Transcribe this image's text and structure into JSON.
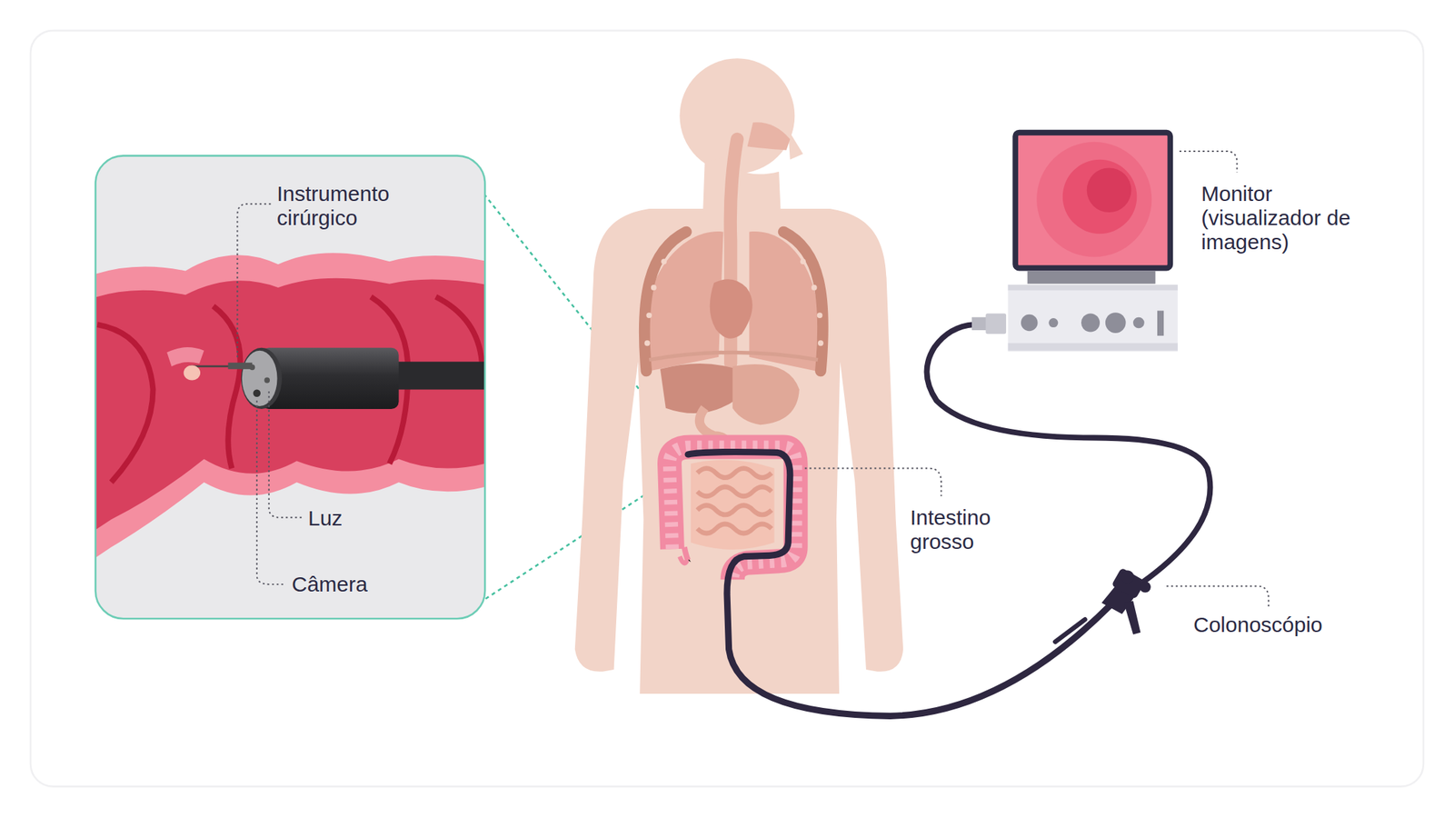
{
  "diagram": {
    "labels": [
      "Instrumento cirúrgico",
      "Luz",
      "Câmera",
      "Intestino grosso",
      "Monitor (visualizador de imagens)",
      "Colonoscópio"
    ]
  }
}
